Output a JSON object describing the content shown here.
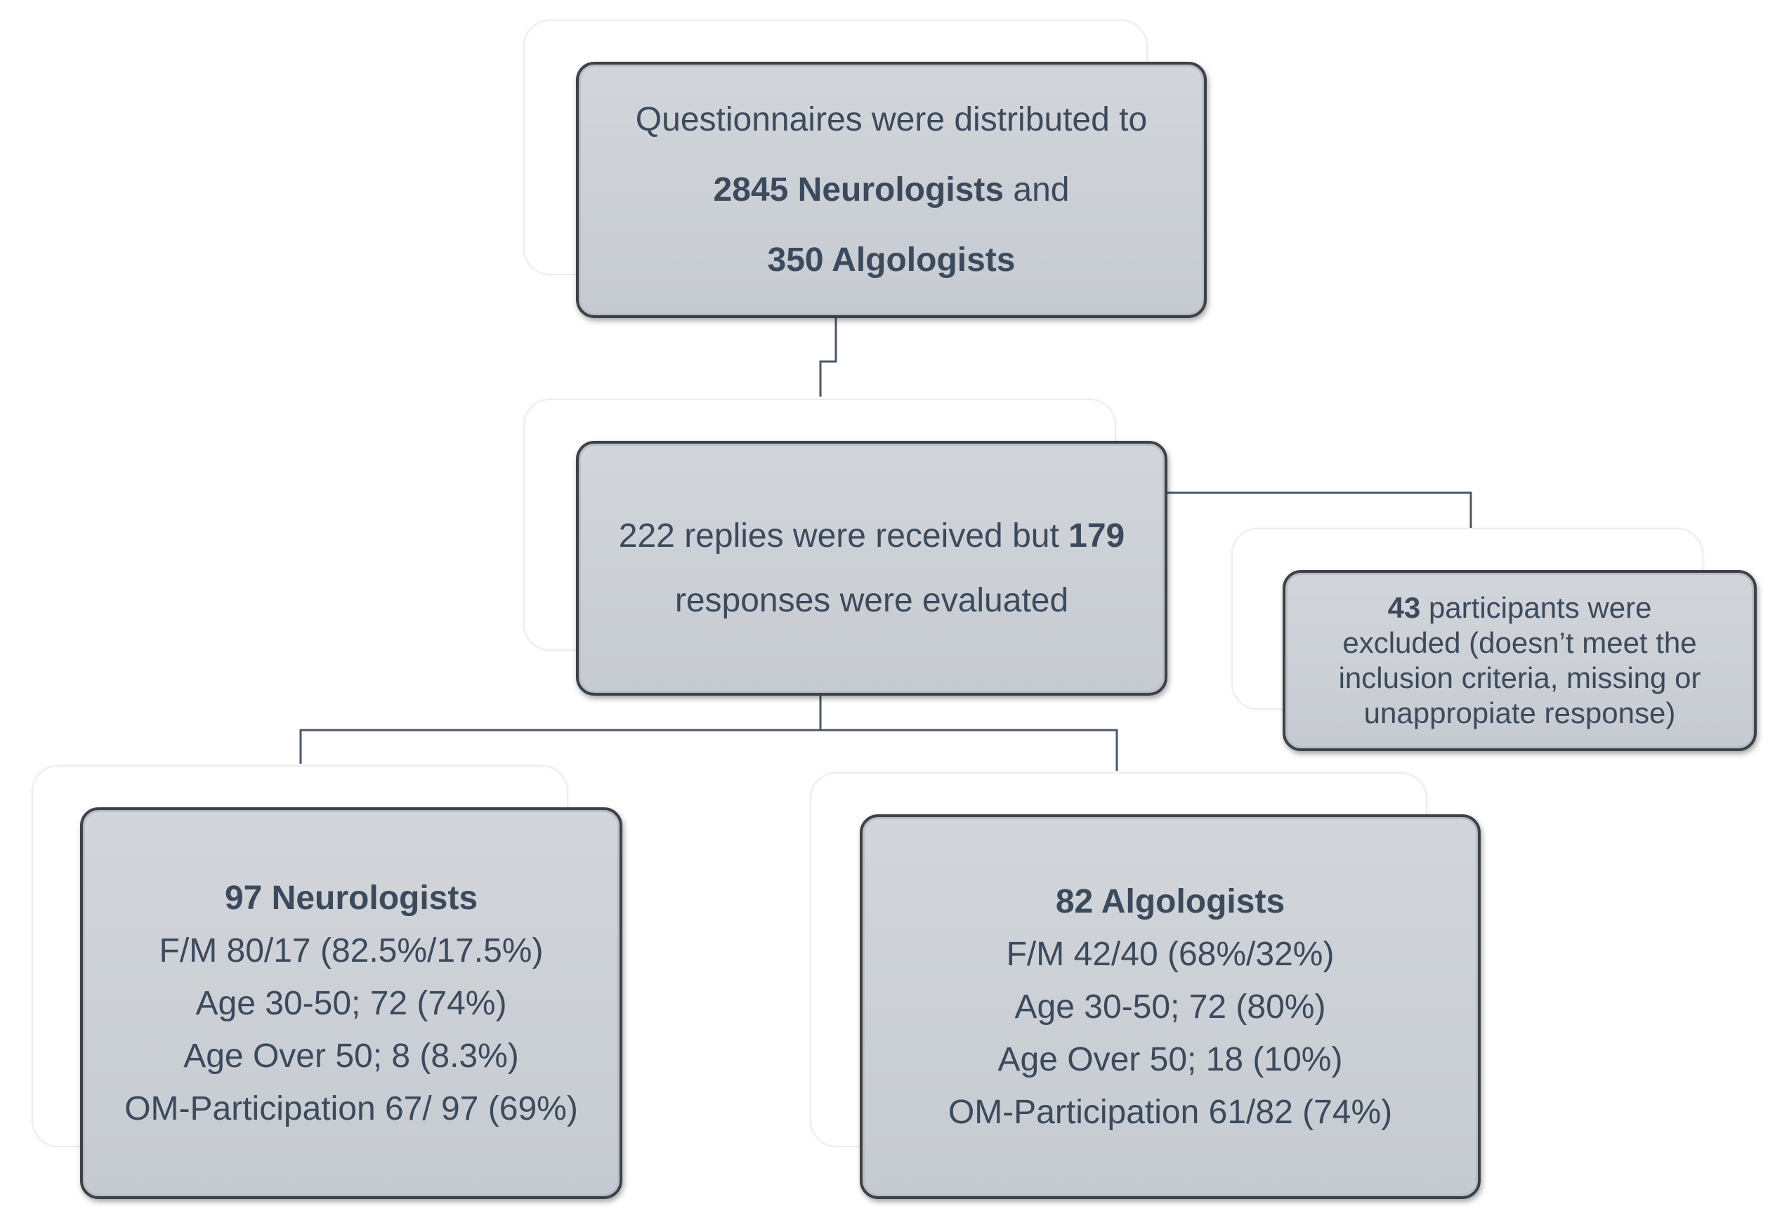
{
  "boxes": {
    "distributed": {
      "line1": "Questionnaires were distributed to",
      "line2_bold": "2845 Neurologists",
      "line2_rest": " and",
      "line3_bold": "350 Algologists"
    },
    "replies": {
      "line1_rest": "222 replies were received but ",
      "line1_bold": "179",
      "line2": "responses were evaluated"
    },
    "excluded": {
      "line1_bold": "43",
      "line1_rest": " participants were",
      "line2": "excluded (doesn’t meet the",
      "line3": "inclusion criteria, missing or",
      "line4": "unappropiate response)"
    },
    "neurologists": {
      "title": "97 Neurologists",
      "fm": "F/M 80/17 (82.5%/17.5%)",
      "age_30_50": "Age 30-50; 72 (74%)",
      "age_over_50": "Age Over 50; 8 (8.3%)",
      "om": "OM-Participation 67/ 97 (69%)"
    },
    "algologists": {
      "title": "82 Algologists",
      "fm": "F/M 42/40 (68%/32%)",
      "age_30_50": "Age 30-50; 72 (80%)",
      "age_over_50": "Age Over 50; 18 (10%)",
      "om": "OM-Participation 61/82 (74%)"
    }
  },
  "colors": {
    "box_fill": "#c9cdd2",
    "box_border": "#3d4148",
    "text": "#3b4a5c",
    "connector": "#4a5866"
  }
}
